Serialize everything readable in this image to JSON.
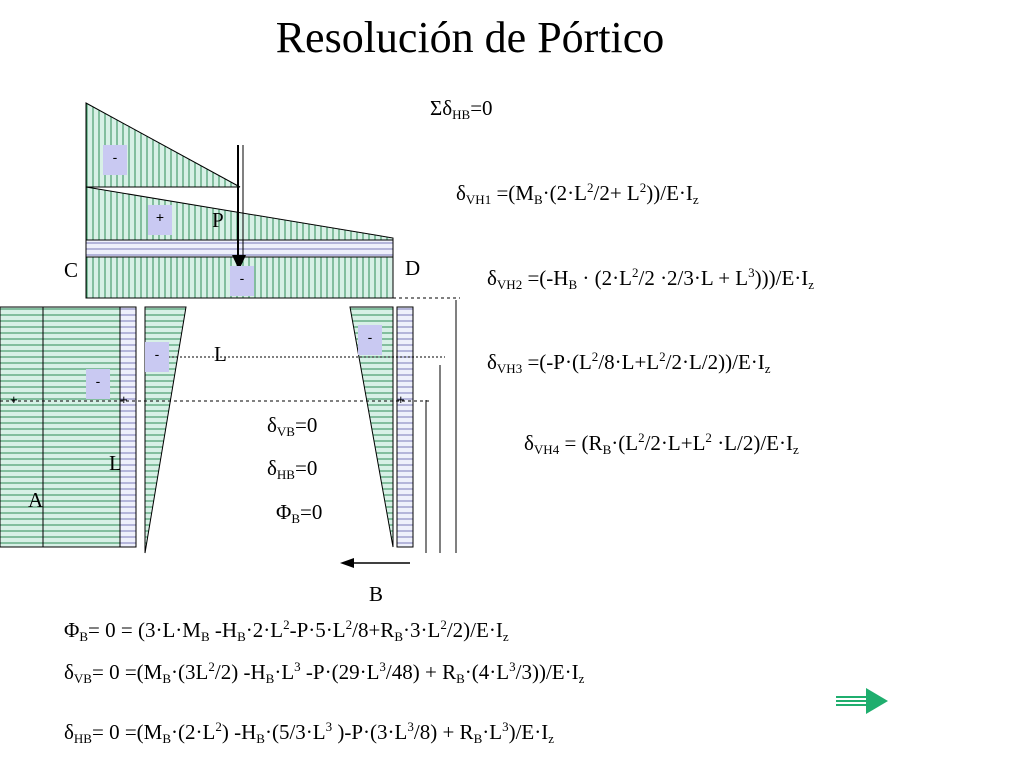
{
  "title": "Resolución de Pórtico",
  "diagram": {
    "node_c": "C",
    "node_d": "D",
    "node_a": "A",
    "node_b": "B",
    "load_p": "P",
    "span_l": "L",
    "height_l": "L",
    "signs": {
      "top_left_minus": "-",
      "beam_plus": "+",
      "beam_minus": "-",
      "col_left_minus": "-",
      "col_mid_minus": "-",
      "col_right_minus": "-",
      "dash_plus_1": "+",
      "dash_plus_2": "+",
      "dash_plus_3": "+"
    },
    "conditions": [
      {
        "sym": "δ",
        "sub": "VB",
        "rest": "=0"
      },
      {
        "sym": "δ",
        "sub": "HB",
        "rest": "=0"
      },
      {
        "sym": "Φ",
        "sub": "B",
        "rest": "=0"
      }
    ]
  },
  "equations": {
    "sum": {
      "pre": "Σδ",
      "sub": "HB",
      "rest": "=0"
    },
    "vh1": {
      "sub": "VH1",
      "a": " =(M",
      "b": "B",
      "c": "·(2·L",
      "d": "2",
      "e": "/2+ L",
      "f": "2",
      "g": "))/E·I",
      "h": "z"
    },
    "vh2": {
      "sub": "VH2",
      "a": " =(-H",
      "b": "B",
      "c": " · (2·L",
      "d": "2",
      "e": "/2 ·2/3·L + L",
      "f": "3",
      "g": ")))/E·I",
      "h": "z"
    },
    "vh3": {
      "sub": "VH3",
      "a": " =(-P·(L",
      "b": "2",
      "c": "/8·L+L",
      "d": "2",
      "e": "/2·L/2))/E·I",
      "h": "z"
    },
    "vh4": {
      "sub": "VH4",
      "a": " = (R",
      "b": "B",
      "c": "·(L",
      "d": "2",
      "e": "/2·L+L",
      "f": "2",
      "g": " ·L/2)/E·I",
      "h": "z"
    }
  },
  "bottom": {
    "phi": {
      "lead": "Φ",
      "sub": "B",
      "t1": "= 0 = (3·L·M",
      "s1": "B",
      "t2": " -H",
      "s2": "B",
      "t3": "·2·L",
      "p1": "2",
      "t4": "-P·5·L",
      "p2": "2",
      "t5": "/8+R",
      "s3": "B",
      "t6": "·3·L",
      "p3": "2",
      "t7": "/2)/E·I",
      "s4": "z"
    },
    "dvb": {
      "lead": "δ",
      "sub": "VB",
      "t1": "= 0 =(M",
      "s1": "B",
      "t2": "·(3L",
      "p1": "2",
      "t3": "/2) -H",
      "s2": "B",
      "t4": "·L",
      "p2": "3",
      "t5": " -P·(29·L",
      "p3": "3",
      "t6": "/48) + R",
      "s3": "B",
      "t7": "·(4·L",
      "p4": "3",
      "t8": "/3))/E·I",
      "s4": "z"
    },
    "dhb": {
      "lead": "δ",
      "sub": "HB",
      "t1": "= 0 =(M",
      "s1": "B",
      "t2": "·(2·L",
      "p1": "2",
      "t3": ") -H",
      "s2": "B",
      "t4": "·(5/3·L",
      "p2": "3",
      "t5": " )-P·(3·L",
      "p3": "3",
      "t6": "/8) + R",
      "s3": "B",
      "t7": "·L",
      "p4": "3",
      "t8": ")/E·I",
      "s4": "z"
    }
  },
  "colors": {
    "hatch_fill": "#d7f0e6",
    "hatch_line": "#2e8b57",
    "sign_box": "#c9c9f2",
    "next_arrow": "#1fae6e"
  },
  "icons": {
    "next": "double-arrow-right-icon",
    "load": "down-arrow-icon",
    "reaction": "left-arrow-icon"
  }
}
